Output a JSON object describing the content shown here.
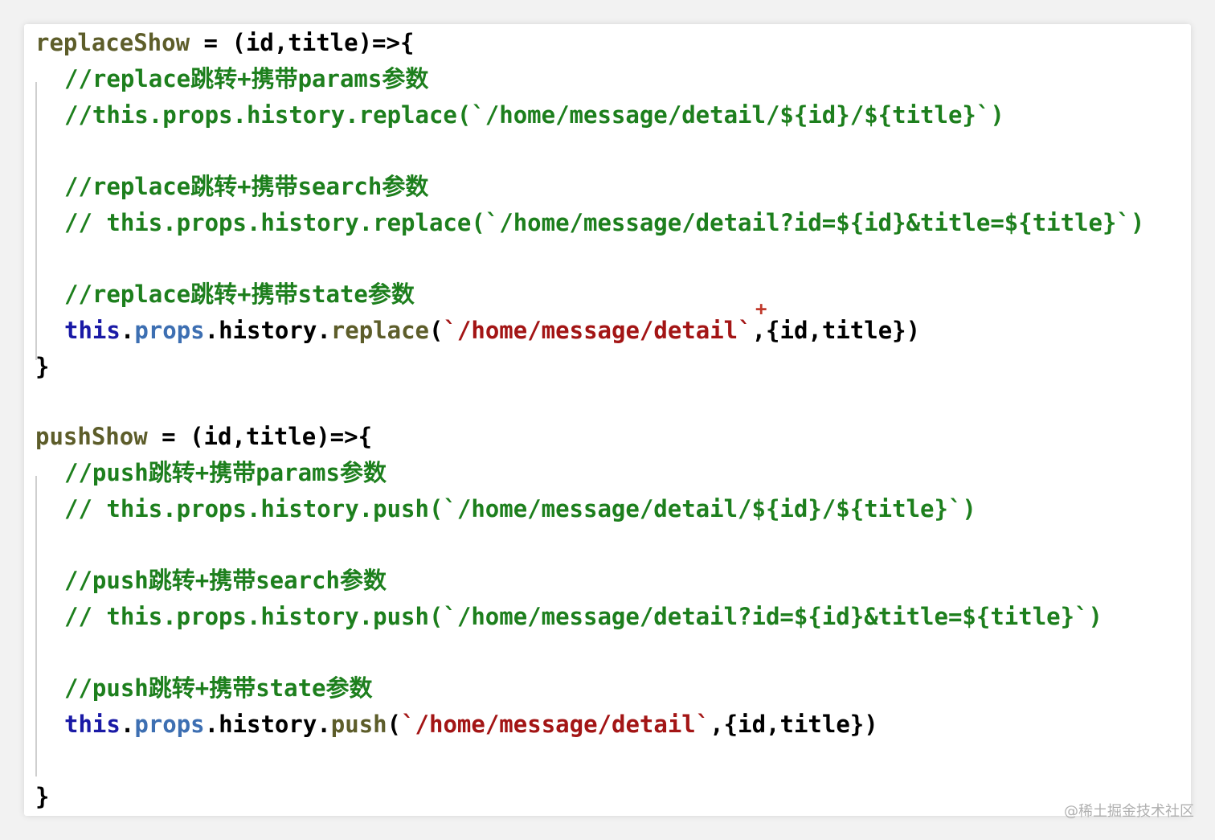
{
  "editor": {
    "block1": {
      "fn_name": "replaceShow",
      "signature": " = (id,title)=>{",
      "comment_params": "//replace跳转+携带params参数",
      "code_params": "//this.props.history.replace(`/home/message/detail/${id}/${title}`)",
      "comment_search": "//replace跳转+携带search参数",
      "code_search": "// this.props.history.replace(`/home/message/detail?id=${id}&title=${title}`)",
      "comment_state": "//replace跳转+携带state参数",
      "state_this": "this",
      "state_dot1": ".",
      "state_props": "props",
      "state_dot2": ".",
      "state_history": "history",
      "state_dot3": ".",
      "state_method": "replace",
      "state_paren": "(",
      "state_path": "`/home/message/detail`",
      "state_args": ",{id,title})",
      "close": "}"
    },
    "block2": {
      "fn_name": "pushShow",
      "signature": " = (id,title)=>{",
      "comment_params": "//push跳转+携带params参数",
      "code_params": "// this.props.history.push(`/home/message/detail/${id}/${title}`)",
      "comment_search": "//push跳转+携带search参数",
      "code_search": "// this.props.history.push(`/home/message/detail?id=${id}&title=${title}`)",
      "comment_state": "//push跳转+携带state参数",
      "state_this": "this",
      "state_dot1": ".",
      "state_props": "props",
      "state_dot2": ".",
      "state_history": "history",
      "state_dot3": ".",
      "state_method": "push",
      "state_paren": "(",
      "state_path": "`/home/message/detail`",
      "state_args": ",{id,title})",
      "close": "}"
    },
    "cursor_marker": "+"
  },
  "watermark": "@稀土掘金技术社区",
  "colors": {
    "comment": "#1d7f1d",
    "keyword": "#1a1aa6",
    "property": "#3d6fb2",
    "string": "#a31515",
    "function": "#5d5d2a",
    "marker": "#c0392b"
  },
  "icons": {
    "cursor_marker": "plus-icon"
  }
}
